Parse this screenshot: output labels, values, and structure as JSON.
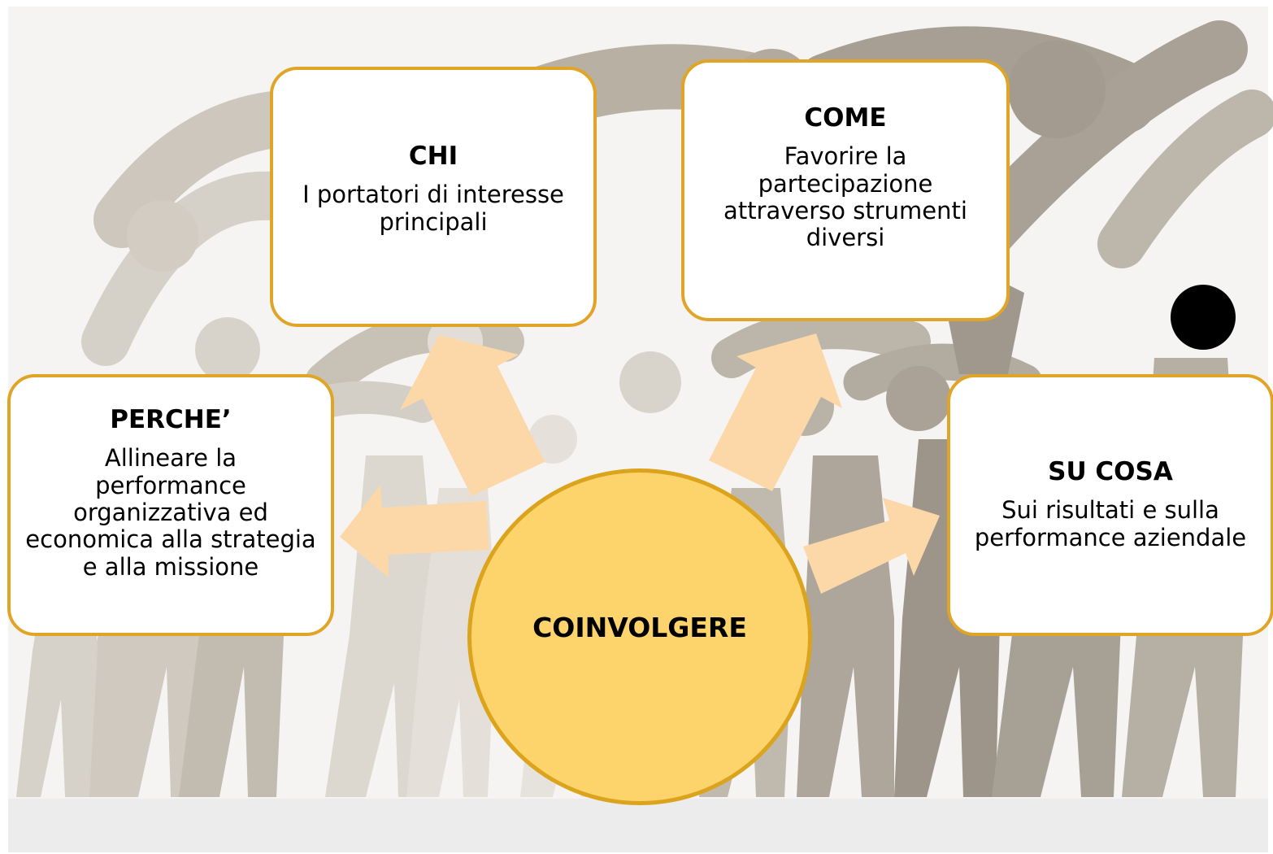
{
  "colors": {
    "box_border": "#e0a526",
    "arrow_fill": "#fcd8a8",
    "circle_fill": "#fcd46b",
    "circle_border": "#dca31c",
    "silhouette": "#b5aea2",
    "floor": "#ececec"
  },
  "center": {
    "label": "COINVOLGERE"
  },
  "boxes": {
    "chi": {
      "title": "CHI",
      "lines": [
        "I portatori di interesse",
        "principali"
      ]
    },
    "come": {
      "title": "COME",
      "lines": [
        "Favorire la",
        "partecipazione",
        "attraverso strumenti",
        "diversi"
      ]
    },
    "perche": {
      "title": "PERCHE’",
      "lines": [
        "Allineare la",
        "performance",
        "organizzativa ed",
        "economica alla strategia",
        "e alla missione"
      ]
    },
    "su_cosa": {
      "title": "SU COSA",
      "lines": [
        "Sui risultati e sulla",
        "performance aziendale"
      ]
    }
  }
}
